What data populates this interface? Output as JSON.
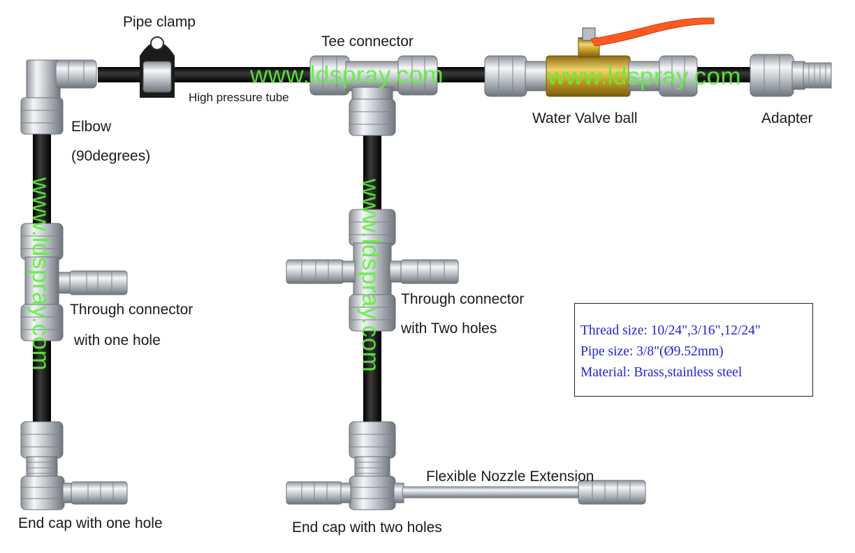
{
  "labels": {
    "pipe_clamp": "Pipe clamp",
    "tee_connector": "Tee connector",
    "high_pressure_tube": "High pressure tube",
    "water_valve_ball": "Water Valve ball",
    "adapter": "Adapter",
    "elbow": "Elbow",
    "elbow_degrees": "(90degrees)",
    "through_one_line1": "Through connector",
    "through_one_line2": "with one hole",
    "through_two_line1": "Through connector",
    "through_two_line2": "with Two holes",
    "end_cap_one": "End cap with one hole",
    "end_cap_two": "End cap with two holes",
    "flexible_extension": "Flexible Nozzle Extension"
  },
  "watermark": "www.ldspray.com",
  "specs": [
    "Thread size: 10/24\",3/16\",12/24\"",
    "Pipe size: 3/8\"(Ø9.52mm)",
    "Material: Brass,stainless steel"
  ],
  "colors": {
    "tube": "#111111",
    "steel": "#c4c9cf",
    "brass": "#c9a227",
    "valve_handle": "#ff5a1f",
    "watermark": "#5cf23a",
    "spec_text": "#2323d6"
  }
}
